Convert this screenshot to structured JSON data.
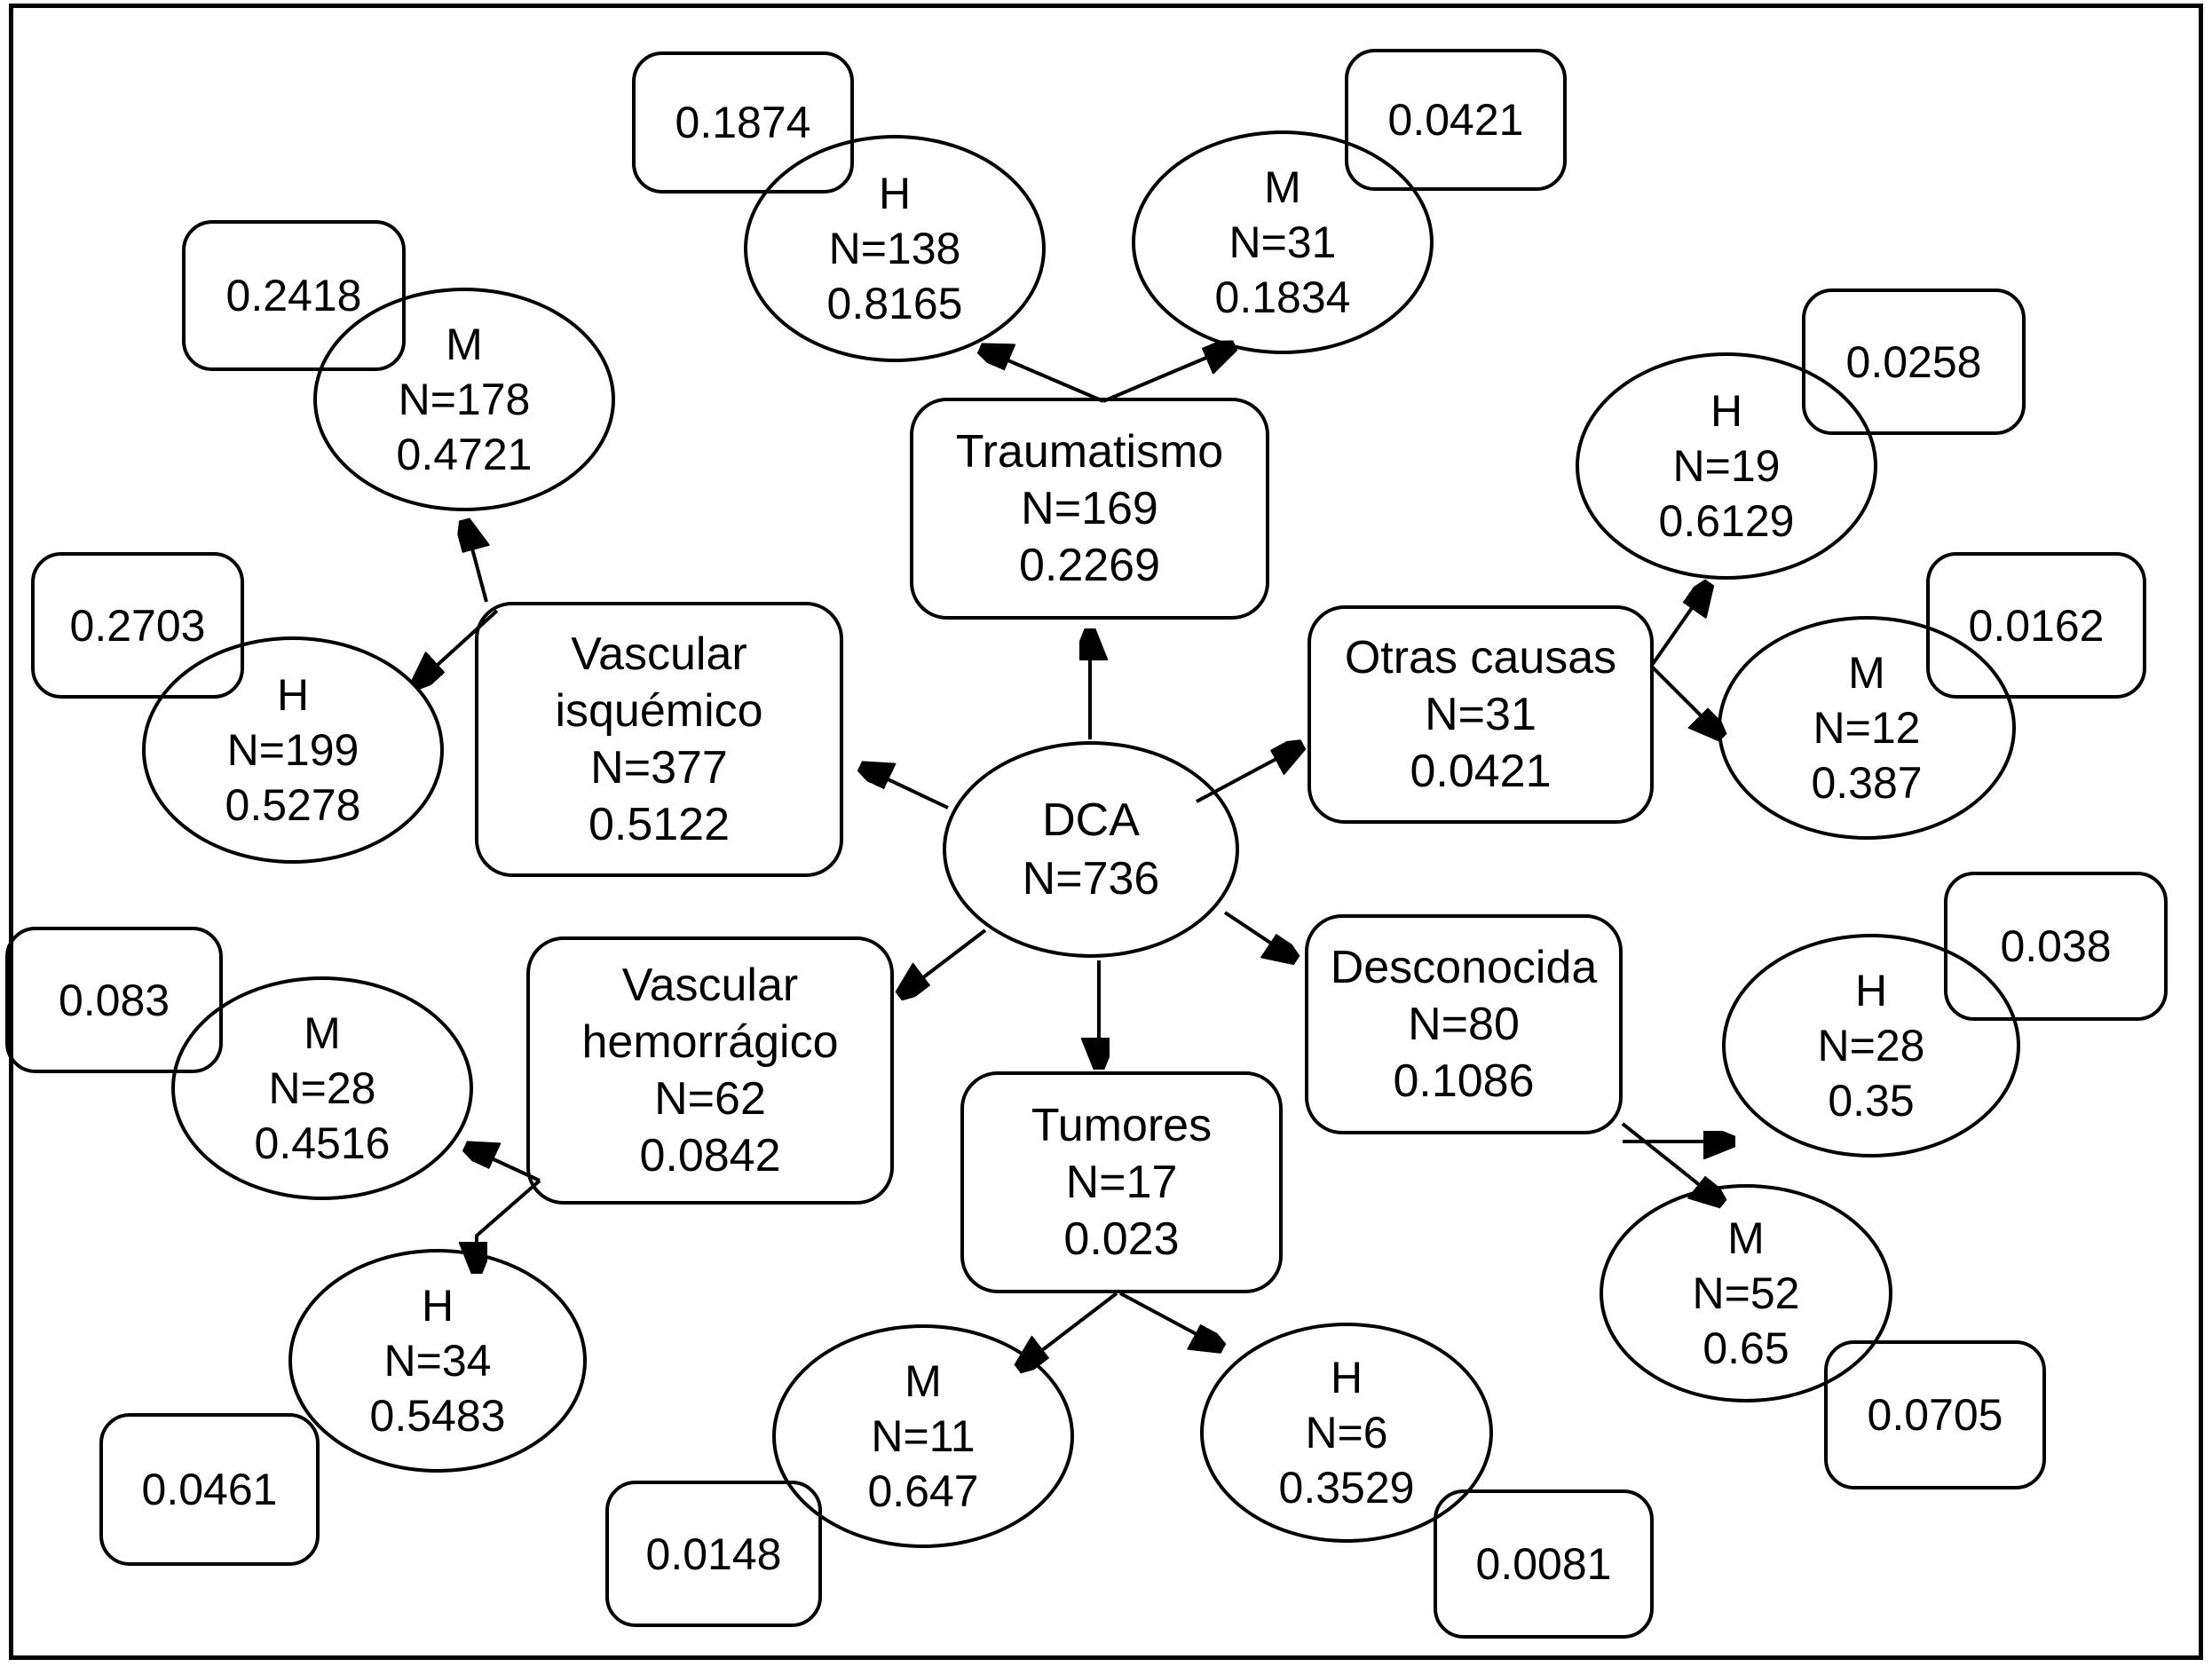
{
  "colors": {
    "ink": "#000000",
    "background": "#ffffff"
  },
  "figure": {
    "root": {
      "id": "dca",
      "lines": [
        "DCA",
        "N=736"
      ]
    },
    "categories": [
      {
        "id": "traumatismo",
        "lines": [
          "Traumatismo",
          "N=169",
          "0.2269"
        ]
      },
      {
        "id": "vascular-isquemico",
        "lines": [
          "Vascular",
          "isquémico",
          "N=377",
          "0.5122"
        ]
      },
      {
        "id": "otras-causas",
        "lines": [
          "Otras causas",
          "N=31",
          "0.0421"
        ]
      },
      {
        "id": "desconocida",
        "lines": [
          "Desconocida",
          "N=80",
          "0.1086"
        ]
      },
      {
        "id": "vascular-hemorragico",
        "lines": [
          "Vascular",
          "hemorrágico",
          "N=62",
          "0.0842"
        ]
      },
      {
        "id": "tumores",
        "lines": [
          "Tumores",
          "N=17",
          "0.023"
        ]
      }
    ],
    "gender_nodes": [
      {
        "id": "traumatismo-h",
        "lines": [
          "H",
          "N=138",
          "0.8165"
        ]
      },
      {
        "id": "traumatismo-m",
        "lines": [
          "M",
          "N=31",
          "0.1834"
        ]
      },
      {
        "id": "vascular-isquemico-m",
        "lines": [
          "M",
          "N=178",
          "0.4721"
        ]
      },
      {
        "id": "vascular-isquemico-h",
        "lines": [
          "H",
          "N=199",
          "0.5278"
        ]
      },
      {
        "id": "otras-causas-h",
        "lines": [
          "H",
          "N=19",
          "0.6129"
        ]
      },
      {
        "id": "otras-causas-m",
        "lines": [
          "M",
          "N=12",
          "0.387"
        ]
      },
      {
        "id": "desconocida-h",
        "lines": [
          "H",
          "N=28",
          "0.35"
        ]
      },
      {
        "id": "desconocida-m",
        "lines": [
          "M",
          "N=52",
          "0.65"
        ]
      },
      {
        "id": "vascular-hemorragico-m",
        "lines": [
          "M",
          "N=28",
          "0.4516"
        ]
      },
      {
        "id": "vascular-hemorragico-h",
        "lines": [
          "H",
          "N=34",
          "0.5483"
        ]
      },
      {
        "id": "tumores-m",
        "lines": [
          "M",
          "N=11",
          "0.647"
        ]
      },
      {
        "id": "tumores-h",
        "lines": [
          "H",
          "N=6",
          "0.3529"
        ]
      }
    ],
    "tags": [
      {
        "id": "tag-traumatismo-h",
        "value": "0.1874"
      },
      {
        "id": "tag-traumatismo-m",
        "value": "0.0421"
      },
      {
        "id": "tag-vascular-isquemico-m",
        "value": "0.2418"
      },
      {
        "id": "tag-vascular-isquemico-h",
        "value": "0.2703"
      },
      {
        "id": "tag-otras-causas-h",
        "value": "0.0258"
      },
      {
        "id": "tag-otras-causas-m",
        "value": "0.0162"
      },
      {
        "id": "tag-vascular-hemorragico-m",
        "value": "0.083"
      },
      {
        "id": "tag-desconocida-h",
        "value": "0.038"
      },
      {
        "id": "tag-desconocida-m",
        "value": "0.0705"
      },
      {
        "id": "tag-vascular-hemorragico-h",
        "value": "0.0461"
      },
      {
        "id": "tag-tumores-m",
        "value": "0.0148"
      },
      {
        "id": "tag-tumores-h",
        "value": "0.0081"
      }
    ],
    "edges": [
      {
        "from": "dca",
        "to": "traumatismo"
      },
      {
        "from": "dca",
        "to": "vascular-isquemico"
      },
      {
        "from": "dca",
        "to": "otras-causas"
      },
      {
        "from": "dca",
        "to": "desconocida"
      },
      {
        "from": "dca",
        "to": "vascular-hemorragico"
      },
      {
        "from": "dca",
        "to": "tumores"
      },
      {
        "from": "traumatismo",
        "to": "traumatismo-h"
      },
      {
        "from": "traumatismo",
        "to": "traumatismo-m"
      },
      {
        "from": "vascular-isquemico",
        "to": "vascular-isquemico-m"
      },
      {
        "from": "vascular-isquemico",
        "to": "vascular-isquemico-h"
      },
      {
        "from": "otras-causas",
        "to": "otras-causas-h"
      },
      {
        "from": "otras-causas",
        "to": "otras-causas-m"
      },
      {
        "from": "desconocida",
        "to": "desconocida-h"
      },
      {
        "from": "desconocida",
        "to": "desconocida-m"
      },
      {
        "from": "vascular-hemorragico",
        "to": "vascular-hemorragico-m"
      },
      {
        "from": "vascular-hemorragico",
        "to": "vascular-hemorragico-h"
      },
      {
        "from": "tumores",
        "to": "tumores-m"
      },
      {
        "from": "tumores",
        "to": "tumores-h"
      }
    ]
  }
}
